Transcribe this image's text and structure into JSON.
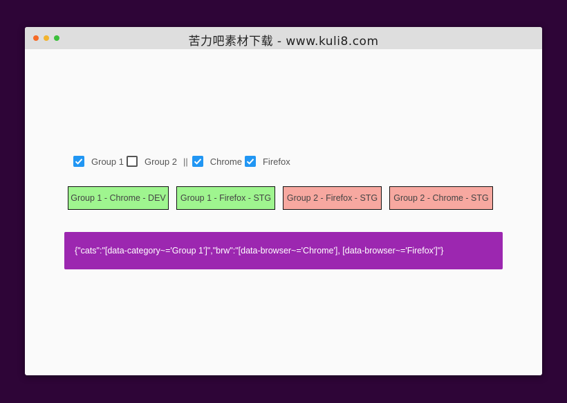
{
  "window": {
    "title": "苦力吧素材下载 - www.kuli8.com",
    "dot_colors": {
      "red": "#f56a26",
      "yellow": "#f2b32e",
      "green": "#3cbf3c"
    }
  },
  "filters": {
    "group1": {
      "label": "Group 1",
      "checked": true
    },
    "group2": {
      "label": "Group 2",
      "checked": false
    },
    "separator": "||",
    "chrome": {
      "label": "Chrome",
      "checked": true
    },
    "firefox": {
      "label": "Firefox",
      "checked": true
    }
  },
  "items": [
    {
      "label": "Group 1 - Chrome - DEV",
      "color": "#9ff58f"
    },
    {
      "label": "Group 1 - Firefox - STG",
      "color": "#9ff58f"
    },
    {
      "label": "Group 2 - Firefox - STG",
      "color": "#f7a8a0"
    },
    {
      "label": "Group 2 - Chrome - STG",
      "color": "#f7a8a0"
    }
  ],
  "output": {
    "text": "{\"cats\":\"[data-category~='Group 1']\",\"brw\":\"[data-browser~='Chrome'], [data-browser~='Firefox']\"}",
    "background": "#9c27b0"
  },
  "colors": {
    "accent": "#2196f3",
    "page_background": "#2e0537"
  }
}
